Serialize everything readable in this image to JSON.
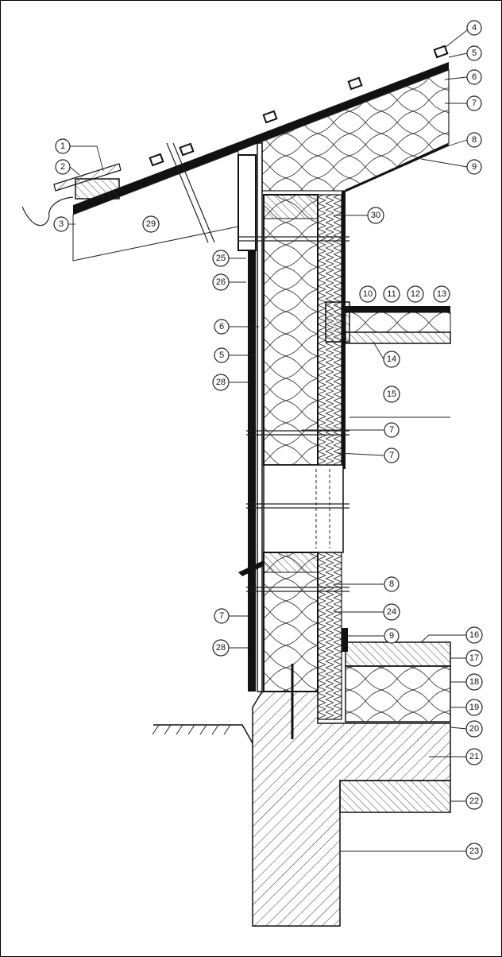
{
  "figure": {
    "title": "",
    "description_labels": true
  },
  "callouts": {
    "c1": "1",
    "c2": "2",
    "c3": "3",
    "c4": "4",
    "c5a": "5",
    "c6a": "6",
    "c7a": "7",
    "c8a": "8",
    "c9a": "9",
    "c29": "29",
    "c30": "30",
    "c25": "25",
    "c26": "26",
    "c10": "10",
    "c11": "11",
    "c12": "12",
    "c13": "13",
    "c14": "14",
    "c6b": "6",
    "c5b": "5",
    "c28a": "28",
    "c15": "15",
    "c7b": "7",
    "c7c": "7",
    "c8b": "8",
    "c24": "24",
    "c9b": "9",
    "c7d": "7",
    "c28b": "28",
    "c16": "16",
    "c17": "17",
    "c18": "18",
    "c19": "19",
    "c20": "20",
    "c21": "21",
    "c22": "22",
    "c23": "23"
  }
}
